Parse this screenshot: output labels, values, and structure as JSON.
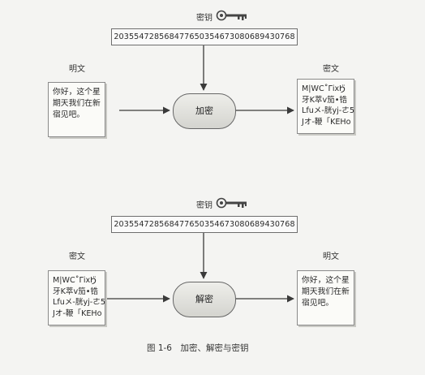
{
  "top": {
    "key_label": "密钥",
    "key_value": "20355472856847765035467308068943076​8",
    "left_title": "明文",
    "right_title": "密文",
    "left_doc": [
      "你好，这个星",
      "期天我们在新",
      "宿见吧。"
    ],
    "right_doc": [
      "M|WC˚ΓixϦ̈",
      "牙K萃v笳•锆",
      "Lfuメ-胱yj-ㄜ5",
      "Jオ-鞭「KEHo"
    ],
    "process": "加密"
  },
  "bottom": {
    "key_label": "密钥",
    "key_value": "20355472856847765035467308068943076​8",
    "left_title": "密文",
    "right_title": "明文",
    "left_doc": [
      "M|WC˚ΓixϦ̈",
      "牙K萃v笳•锆",
      "Lfuメ-胱yj-ㄜ5",
      "Jオ-鞭「KEHo"
    ],
    "right_doc": [
      "你好，这个星",
      "期天我们在新",
      "宿见吧。"
    ],
    "process": "解密"
  },
  "caption": "图 1-6　加密、解密与密钥",
  "key_icon": "key-icon"
}
